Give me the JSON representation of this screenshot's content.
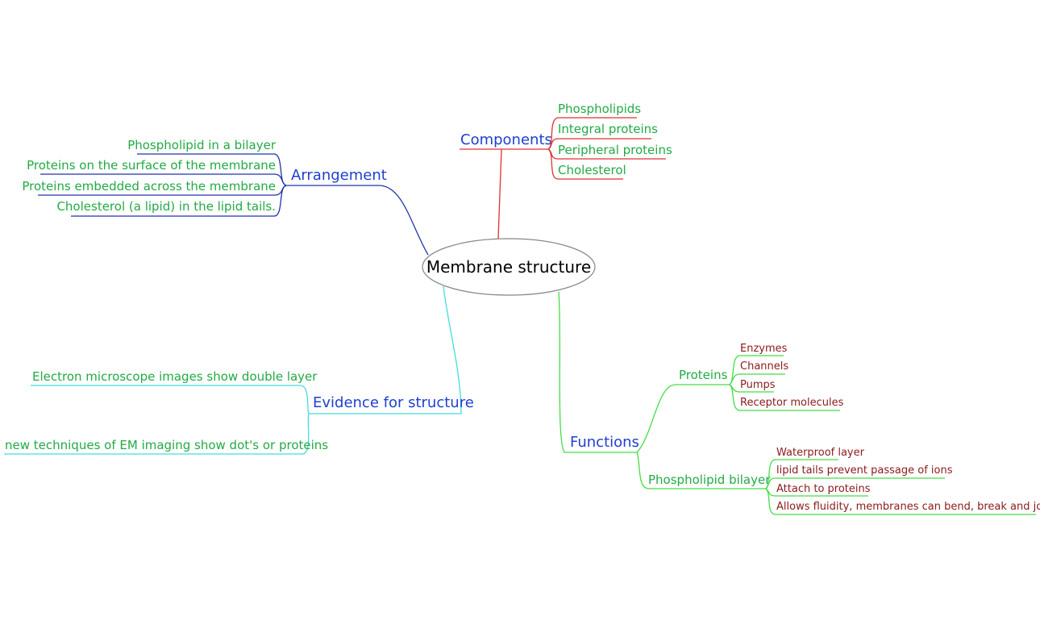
{
  "center": "Membrane structure",
  "components": {
    "label": "Components",
    "items": [
      "Phospholipids",
      "Integral proteins",
      "Peripheral proteins",
      "Cholesterol"
    ]
  },
  "arrangement": {
    "label": "Arrangement",
    "items": [
      "Phospholipid in a bilayer",
      "Proteins on the surface of the membrane",
      "Proteins embedded across the membrane",
      "Cholesterol (a lipid) in the lipid tails."
    ]
  },
  "evidence": {
    "label": "Evidence for structure",
    "items": [
      "Electron microscope images show double layer",
      "new techniques of EM imaging show dot's or proteins"
    ]
  },
  "functions": {
    "label": "Functions",
    "proteins": {
      "label": "Proteins",
      "items": [
        "Enzymes",
        "Channels",
        "Pumps",
        "Receptor molecules"
      ]
    },
    "bilayer": {
      "label": "Phospholipid bilayer",
      "items": [
        "Waterproof layer",
        "lipid tails prevent passage of ions",
        "Attach to proteins",
        "Allows fluidity, membranes can bend, break and join."
      ]
    }
  },
  "colors": {
    "components": "#dd3333",
    "arrangement": "#2233aa",
    "evidence": "#44dddd",
    "functions": "#44dd44",
    "topic": "#1f3fd0",
    "leaf": "#22aa44",
    "subleaf": "#8b1a1a"
  }
}
